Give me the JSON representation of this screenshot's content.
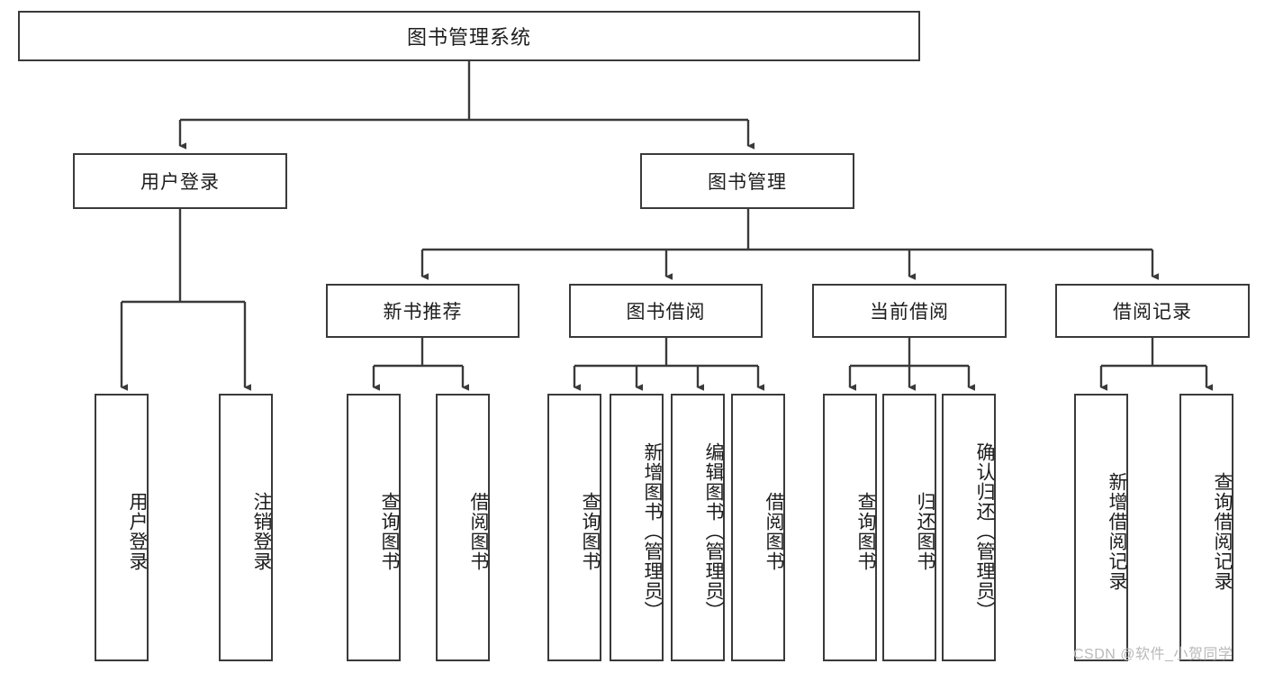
{
  "diagram": {
    "type": "tree",
    "title": "图书管理系统",
    "watermark": "CSDN @软件_小贺同学",
    "colors": {
      "border": "#3a3a3a",
      "background": "#ffffff",
      "text": "#1d1d1d",
      "watermark": "#b9b9b9"
    },
    "root": {
      "label": "图书管理系统"
    },
    "level2": [
      {
        "label": "用户登录"
      },
      {
        "label": "图书管理"
      }
    ],
    "level3": [
      {
        "label": "新书推荐"
      },
      {
        "label": "图书借阅"
      },
      {
        "label": "当前借阅"
      },
      {
        "label": "借阅记录"
      }
    ],
    "leaves": {
      "user_login": [
        {
          "label": "用户登录"
        },
        {
          "label": "注销登录"
        }
      ],
      "new_book": [
        {
          "label": "查询图书"
        },
        {
          "label": "借阅图书"
        }
      ],
      "book_borrow": [
        {
          "label": "查询图书"
        },
        {
          "label": "新增图书（管理员）"
        },
        {
          "label": "编辑图书（管理员）"
        },
        {
          "label": "借阅图书"
        }
      ],
      "current_borrow": [
        {
          "label": "查询图书"
        },
        {
          "label": "归还图书"
        },
        {
          "label": "确认归还（管理员）"
        }
      ],
      "borrow_record": [
        {
          "label": "新增借阅记录"
        },
        {
          "label": "查询借阅记录"
        }
      ]
    }
  }
}
